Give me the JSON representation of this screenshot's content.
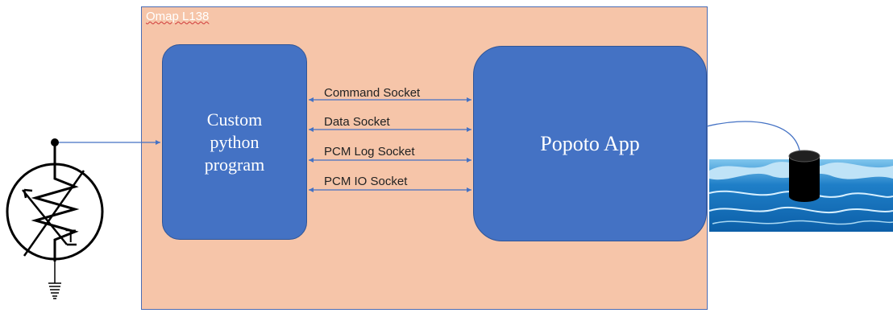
{
  "panel": {
    "title": "Omap L138"
  },
  "left_box": {
    "label": "Custom\npython\nprogram"
  },
  "right_box": {
    "label": "Popoto App"
  },
  "sockets": [
    {
      "label": "Command Socket"
    },
    {
      "label": "Data Socket"
    },
    {
      "label": "PCM Log Socket"
    },
    {
      "label": "PCM IO Socket"
    }
  ],
  "sensor": {
    "symbol_letter": "T"
  },
  "colors": {
    "panel_fill": "#f6c5a9",
    "box_fill": "#4472c4",
    "arrow": "#4472c4",
    "water": "#1f7fc8"
  },
  "icons": {
    "sensor": "thermistor-icon",
    "ground": "ground-icon",
    "water": "ocean-waves-icon",
    "transducer": "transducer-icon"
  }
}
